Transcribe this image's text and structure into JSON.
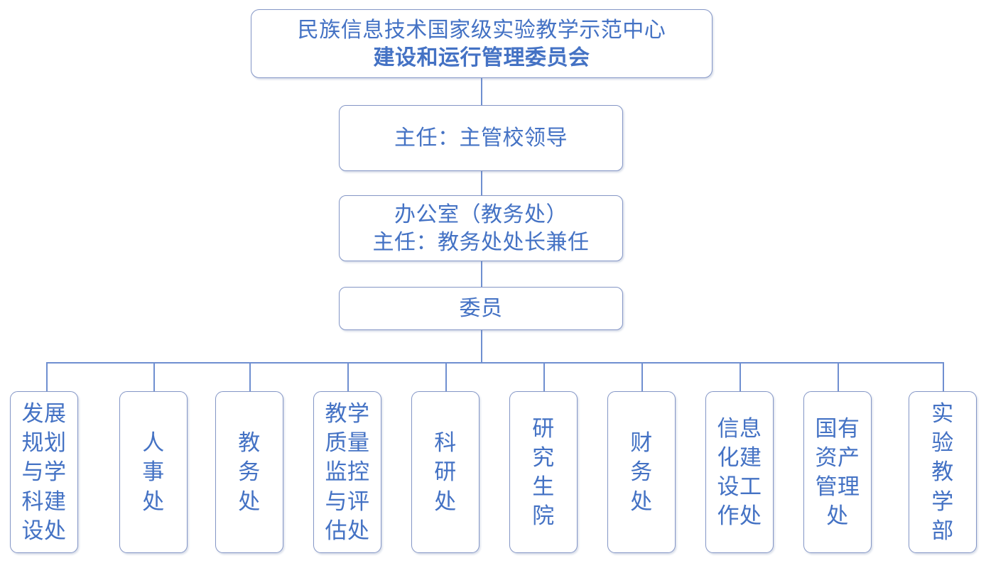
{
  "chart_data": {
    "type": "diagram",
    "diagram_kind": "organization-chart",
    "title": "民族信息技术国家级实验教学示范中心建设和运行管理委员会",
    "orientation": "top-down",
    "colors": {
      "text": "#4472c4",
      "box_border": "#8496c6",
      "connector": "#6f8fd0",
      "background": "#ffffff"
    },
    "levels": [
      {
        "level": 1,
        "nodes": [
          "root"
        ]
      },
      {
        "level": 2,
        "nodes": [
          "director"
        ]
      },
      {
        "level": 3,
        "nodes": [
          "office"
        ]
      },
      {
        "level": 4,
        "nodes": [
          "members"
        ]
      },
      {
        "level": 5,
        "nodes": [
          "dept0",
          "dept1",
          "dept2",
          "dept3",
          "dept4",
          "dept5",
          "dept6",
          "dept7",
          "dept8",
          "dept9"
        ]
      }
    ],
    "edges": [
      [
        "root",
        "director"
      ],
      [
        "director",
        "office"
      ],
      [
        "office",
        "members"
      ],
      [
        "members",
        "dept0"
      ],
      [
        "members",
        "dept1"
      ],
      [
        "members",
        "dept2"
      ],
      [
        "members",
        "dept3"
      ],
      [
        "members",
        "dept4"
      ],
      [
        "members",
        "dept5"
      ],
      [
        "members",
        "dept6"
      ],
      [
        "members",
        "dept7"
      ],
      [
        "members",
        "dept8"
      ],
      [
        "members",
        "dept9"
      ]
    ]
  },
  "nodes": {
    "root": {
      "id": "root",
      "line1": "民族信息技术国家级实验教学示范中心",
      "line2": "建设和运行管理委员会",
      "full_text": "民族信息技术国家级实验教学示范中心建设和运行管理委员会"
    },
    "director": {
      "id": "director",
      "line1": "主任：主管校领导",
      "full_text": "主任：主管校领导"
    },
    "office": {
      "id": "office",
      "line1": "办公室（教务处）",
      "line2": "主任：教务处处长兼任",
      "full_text": "办公室（教务处）主任：教务处处长兼任"
    },
    "members": {
      "id": "members",
      "line1": "委员",
      "full_text": "委员"
    }
  },
  "departments": [
    {
      "id": "dept0",
      "full_text": "发展规划与学科建设处",
      "lines": [
        "发展",
        "规划",
        "与学",
        "科建",
        "设处"
      ]
    },
    {
      "id": "dept1",
      "full_text": "人事处",
      "lines": [
        "人",
        "事",
        "处"
      ]
    },
    {
      "id": "dept2",
      "full_text": "教务处",
      "lines": [
        "教",
        "务",
        "处"
      ]
    },
    {
      "id": "dept3",
      "full_text": "教学质量监控与评估处",
      "lines": [
        "教学",
        "质量",
        "监控",
        "与评",
        "估处"
      ]
    },
    {
      "id": "dept4",
      "full_text": "科研处",
      "lines": [
        "科",
        "研",
        "处"
      ]
    },
    {
      "id": "dept5",
      "full_text": "研究生院",
      "lines": [
        "研",
        "究",
        "生",
        "院"
      ]
    },
    {
      "id": "dept6",
      "full_text": "财务处",
      "lines": [
        "财",
        "务",
        "处"
      ]
    },
    {
      "id": "dept7",
      "full_text": "信息化建设工作处",
      "lines": [
        "信息",
        "化建",
        "设工",
        "作处"
      ]
    },
    {
      "id": "dept8",
      "full_text": "国有资产管理处",
      "lines": [
        "国有",
        "资产",
        "管理",
        "处"
      ]
    },
    {
      "id": "dept9",
      "full_text": "实验教学部",
      "lines": [
        "实",
        "验",
        "教",
        "学",
        "部"
      ]
    }
  ]
}
